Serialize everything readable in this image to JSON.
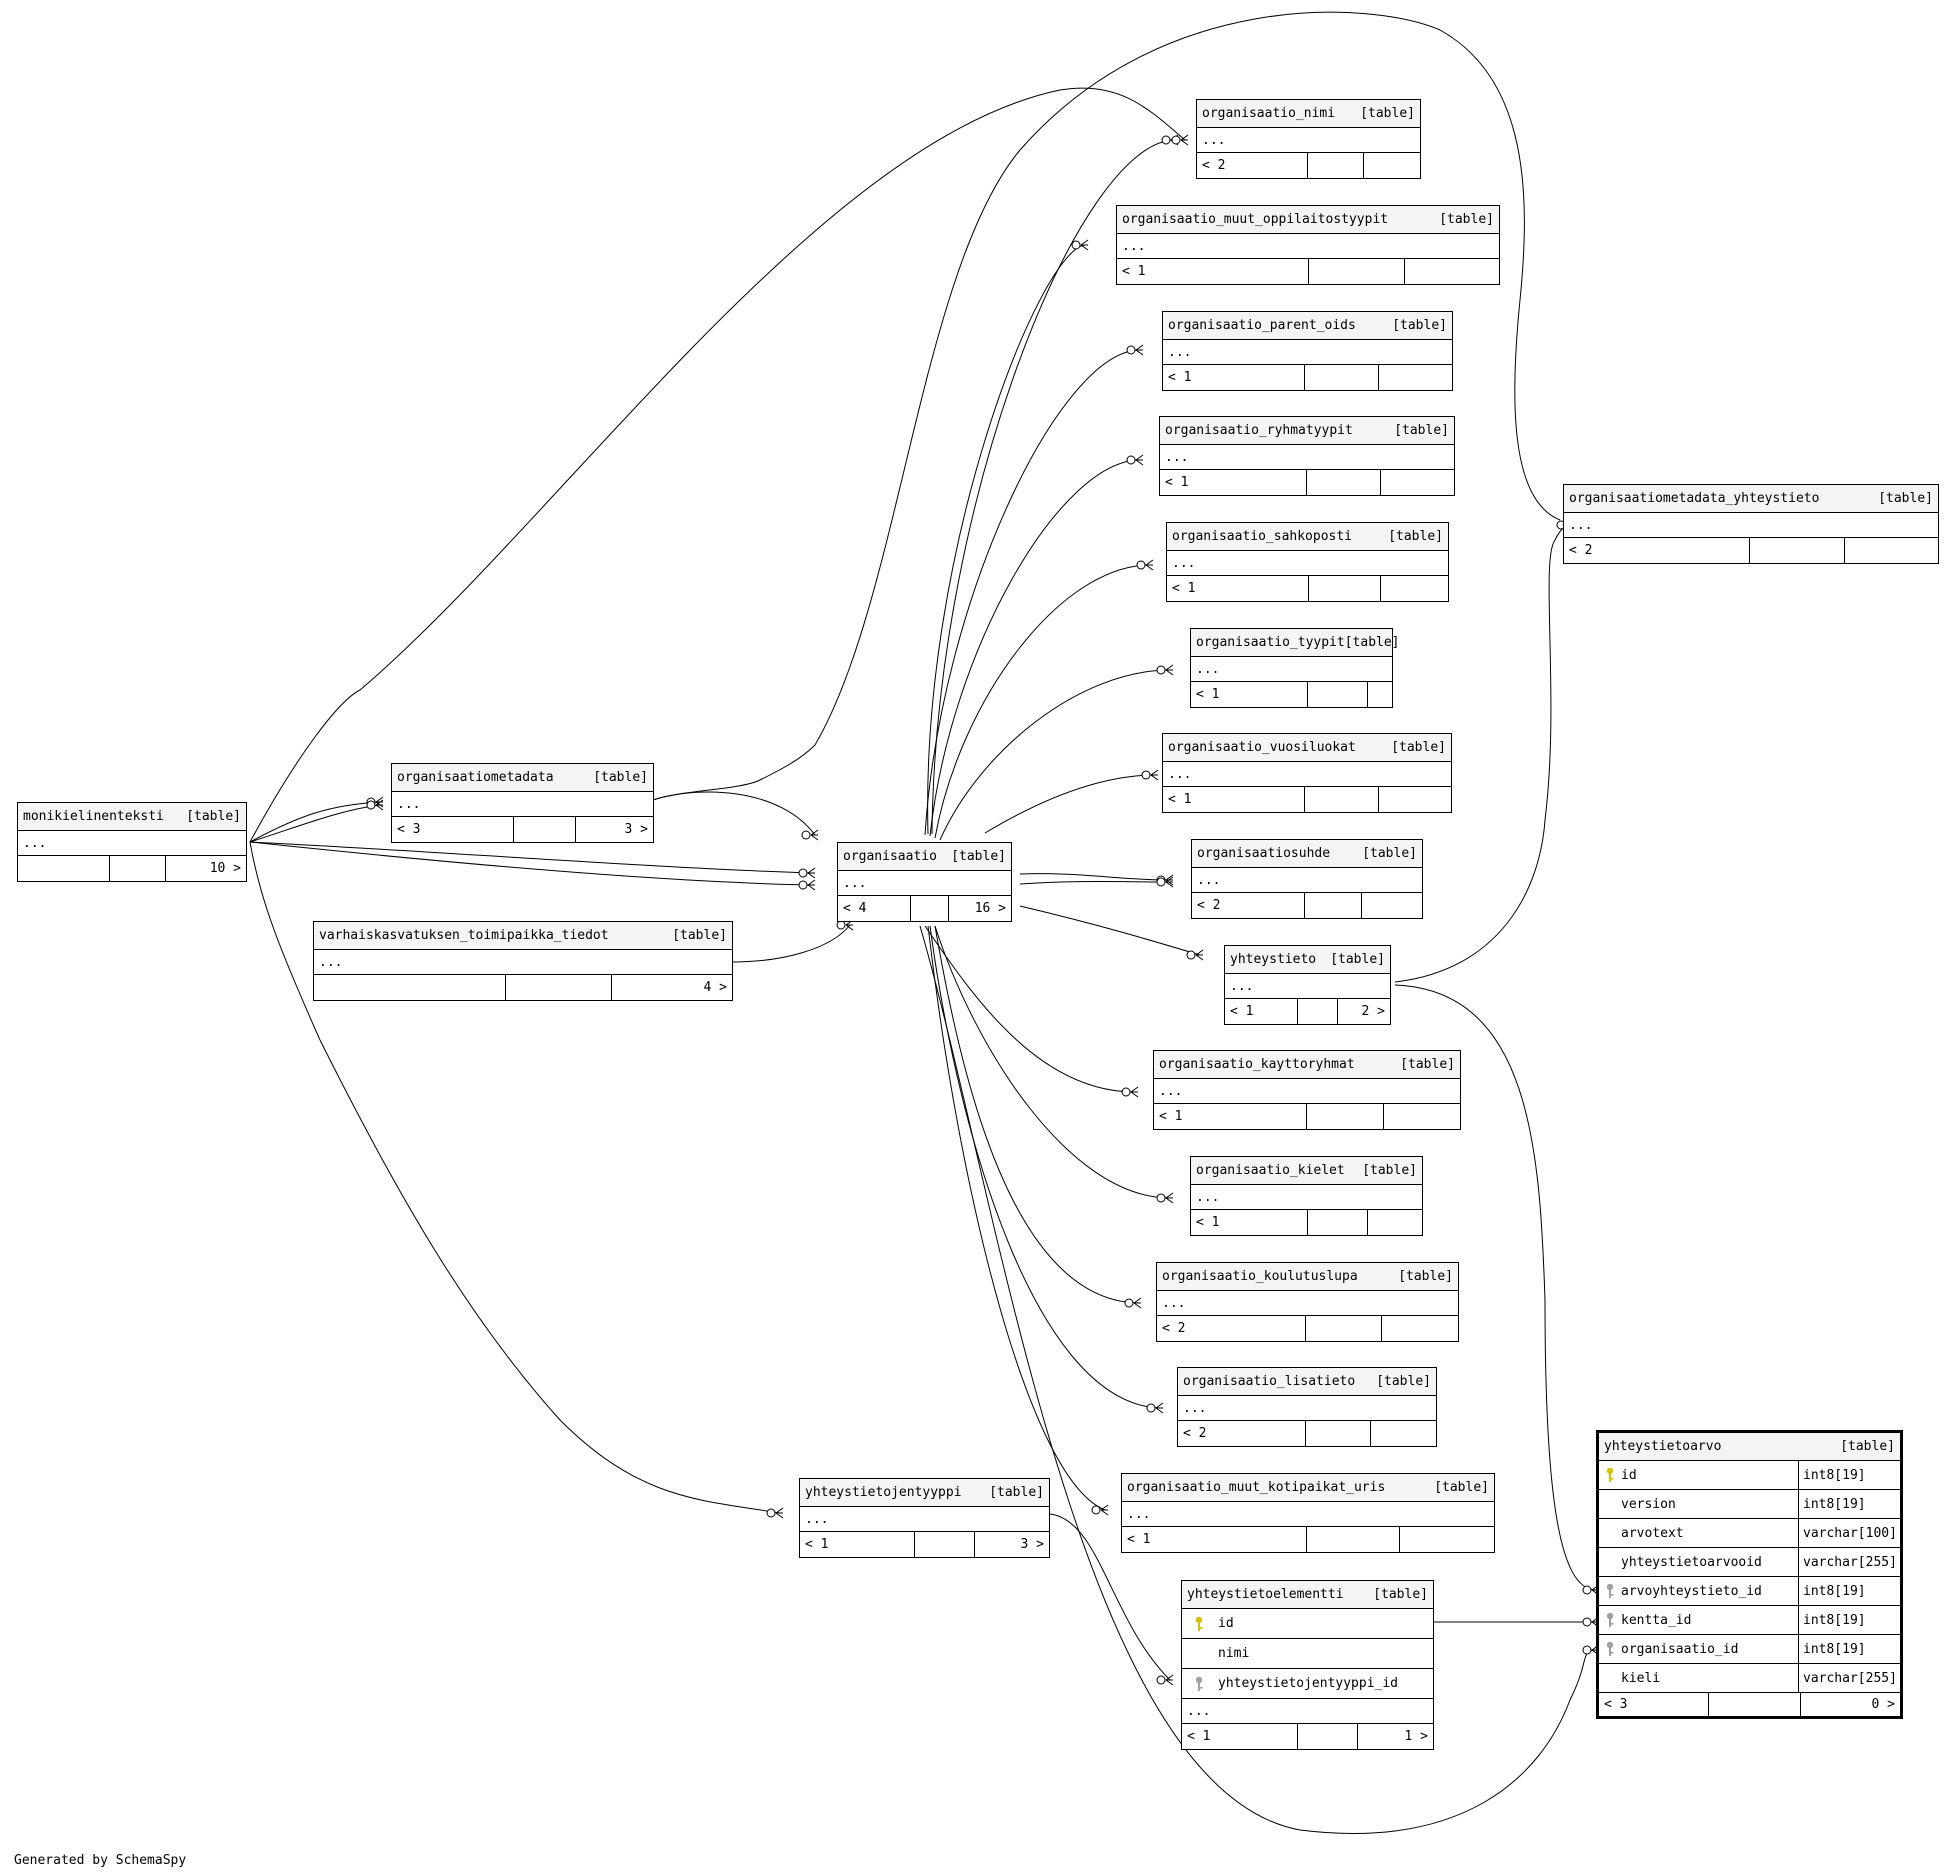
{
  "tables": {
    "organisaatio_nimi": {
      "name": "organisaatio_nimi",
      "tag": "[table]",
      "ellipsis": "...",
      "foot": [
        "< 2",
        "",
        ""
      ]
    },
    "organisaatio_muut_oppilaitostyypit": {
      "name": "organisaatio_muut_oppilaitostyypit",
      "tag": "[table]",
      "ellipsis": "...",
      "foot": [
        "< 1",
        "",
        ""
      ]
    },
    "organisaatio_parent_oids": {
      "name": "organisaatio_parent_oids",
      "tag": "[table]",
      "ellipsis": "...",
      "foot": [
        "< 1",
        "",
        ""
      ]
    },
    "organisaatio_ryhmatyypit": {
      "name": "organisaatio_ryhmatyypit",
      "tag": "[table]",
      "ellipsis": "...",
      "foot": [
        "< 1",
        "",
        ""
      ]
    },
    "organisaatio_sahkoposti": {
      "name": "organisaatio_sahkoposti",
      "tag": "[table]",
      "ellipsis": "...",
      "foot": [
        "< 1",
        "",
        ""
      ]
    },
    "organisaatio_tyypit": {
      "name": "organisaatio_tyypit",
      "tag": "[table]",
      "ellipsis": "...",
      "foot": [
        "< 1",
        "",
        ""
      ]
    },
    "organisaatio_vuosiluokat": {
      "name": "organisaatio_vuosiluokat",
      "tag": "[table]",
      "ellipsis": "...",
      "foot": [
        "< 1",
        "",
        ""
      ]
    },
    "organisaatiosuhde": {
      "name": "organisaatiosuhde",
      "tag": "[table]",
      "ellipsis": "...",
      "foot": [
        "< 2",
        "",
        ""
      ]
    },
    "yhteystieto": {
      "name": "yhteystieto",
      "tag": "[table]",
      "ellipsis": "...",
      "foot": [
        "< 1",
        "",
        "2 >"
      ]
    },
    "organisaatio_kayttoryhmat": {
      "name": "organisaatio_kayttoryhmat",
      "tag": "[table]",
      "ellipsis": "...",
      "foot": [
        "< 1",
        "",
        ""
      ]
    },
    "organisaatio_kielet": {
      "name": "organisaatio_kielet",
      "tag": "[table]",
      "ellipsis": "...",
      "foot": [
        "< 1",
        "",
        ""
      ]
    },
    "organisaatio_koulutuslupa": {
      "name": "organisaatio_koulutuslupa",
      "tag": "[table]",
      "ellipsis": "...",
      "foot": [
        "< 2",
        "",
        ""
      ]
    },
    "organisaatio_lisatieto": {
      "name": "organisaatio_lisatieto",
      "tag": "[table]",
      "ellipsis": "...",
      "foot": [
        "< 2",
        "",
        ""
      ]
    },
    "organisaatio_muut_kotipaikat_uris": {
      "name": "organisaatio_muut_kotipaikat_uris",
      "tag": "[table]",
      "ellipsis": "...",
      "foot": [
        "< 1",
        "",
        ""
      ]
    },
    "organisaatiometadata_yhteystieto": {
      "name": "organisaatiometadata_yhteystieto",
      "tag": "[table]",
      "ellipsis": "...",
      "foot": [
        "< 2",
        "",
        ""
      ]
    },
    "monikielinenteksti": {
      "name": "monikielinenteksti",
      "tag": "[table]",
      "ellipsis": "...",
      "foot": [
        "",
        "",
        "10 >"
      ]
    },
    "organisaatiometadata": {
      "name": "organisaatiometadata",
      "tag": "[table]",
      "ellipsis": "...",
      "foot": [
        "< 3",
        "",
        "3 >"
      ]
    },
    "organisaatio": {
      "name": "organisaatio",
      "tag": "[table]",
      "ellipsis": "...",
      "foot": [
        "< 4",
        "",
        "16 >"
      ]
    },
    "varhaiskasvatuksen_toimipaikka_tiedot": {
      "name": "varhaiskasvatuksen_toimipaikka_tiedot",
      "tag": "[table]",
      "ellipsis": "...",
      "foot": [
        "",
        "",
        "4 >"
      ]
    },
    "yhteystietojentyyppi": {
      "name": "yhteystietojentyyppi",
      "tag": "[table]",
      "ellipsis": "...",
      "foot": [
        "< 1",
        "",
        "3 >"
      ]
    },
    "yhteystietoelementti": {
      "name": "yhteystietoelementti",
      "tag": "[table]",
      "ellipsis": "...",
      "foot": [
        "< 1",
        "",
        "1 >"
      ],
      "columns": [
        {
          "name": "id",
          "key": "primary"
        },
        {
          "name": "nimi",
          "key": "none"
        },
        {
          "name": "yhteystietojentyyppi_id",
          "key": "foreign"
        }
      ]
    },
    "yhteystietoarvo": {
      "name": "yhteystietoarvo",
      "tag": "[table]",
      "foot": [
        "< 3",
        "",
        "0 >"
      ],
      "columns": [
        {
          "name": "id",
          "type": "int8[19]",
          "key": "primary"
        },
        {
          "name": "version",
          "type": "int8[19]",
          "key": "none"
        },
        {
          "name": "arvotext",
          "type": "varchar[100]",
          "key": "none"
        },
        {
          "name": "yhteystietoarvooid",
          "type": "varchar[255]",
          "key": "none"
        },
        {
          "name": "arvoyhteystieto_id",
          "type": "int8[19]",
          "key": "foreign"
        },
        {
          "name": "kentta_id",
          "type": "int8[19]",
          "key": "foreign"
        },
        {
          "name": "organisaatio_id",
          "type": "int8[19]",
          "key": "foreign"
        },
        {
          "name": "kieli",
          "type": "varchar[255]",
          "key": "none"
        }
      ]
    }
  },
  "colors": {
    "primary_key": "#d4c200",
    "foreign_key": "#a0a0a0",
    "header_bg": "#f4f4f4",
    "line": "#000000"
  },
  "footer": "Generated by SchemaSpy"
}
